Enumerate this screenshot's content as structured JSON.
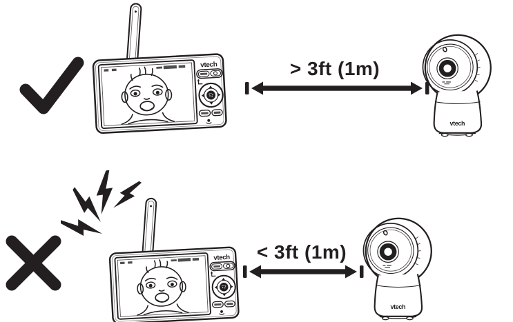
{
  "rows": [
    {
      "verdict": "correct",
      "verdict_icon": "check-icon",
      "distance_label": "> 3ft (1m)",
      "monitor_brand": "vtech",
      "camera_brand": "vtech",
      "noise_present": false
    },
    {
      "verdict": "incorrect",
      "verdict_icon": "cross-icon",
      "distance_label": "< 3ft (1m)",
      "monitor_brand": "vtech",
      "camera_brand": "vtech",
      "noise_present": true
    }
  ],
  "colors": {
    "ink": "#231f20",
    "background": "#ffffff"
  }
}
